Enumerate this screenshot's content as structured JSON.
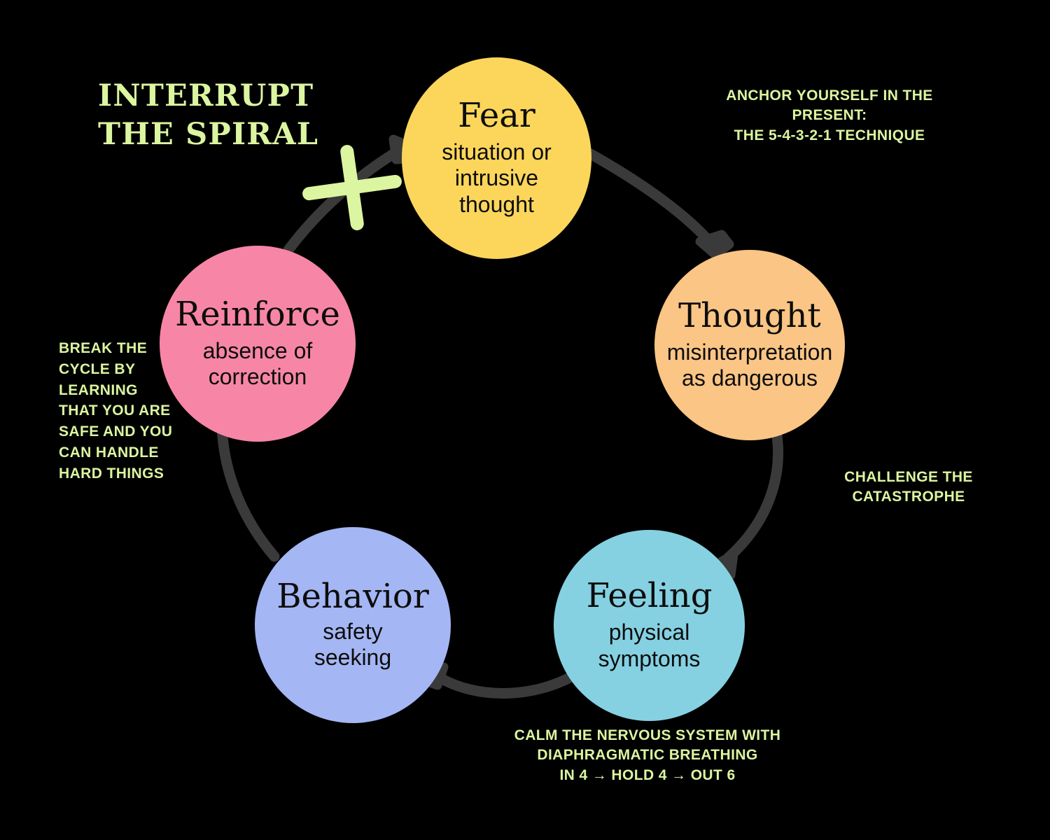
{
  "title": "INTERRUPT\nTHE SPIRAL",
  "colors": {
    "background": "#000000",
    "accent_green": "#DCF5A0",
    "arrow": "#3A3A3A",
    "fear": "#FBD65B",
    "thought": "#FAC585",
    "feeling": "#85D1E2",
    "behavior": "#A4B6F3",
    "reinforce": "#F786A6",
    "node_text": "#0D0D0D"
  },
  "nodes": [
    {
      "id": "fear",
      "title": "Fear",
      "subtitle": "situation or\nintrusive\nthought"
    },
    {
      "id": "thought",
      "title": "Thought",
      "subtitle": "misinterpretation\nas dangerous"
    },
    {
      "id": "feeling",
      "title": "Feeling",
      "subtitle": "physical\nsymptoms"
    },
    {
      "id": "behavior",
      "title": "Behavior",
      "subtitle": "safety\nseeking"
    },
    {
      "id": "reinforce",
      "title": "Reinforce",
      "subtitle": "absence of\ncorrection"
    }
  ],
  "annotations": {
    "present": "ANCHOR YOURSELF IN THE PRESENT:\nTHE 5-4-3-2-1 TECHNIQUE",
    "challenge": "CHALLENGE THE\nCATASTROPHE",
    "calm": "CALM THE NERVOUS SYSTEM WITH\nDIAPHRAGMATIC BREATHING\nIN 4 → HOLD 4 → OUT 6",
    "break": "BREAK THE\nCYCLE BY\nLEARNING\nTHAT YOU ARE\nSAFE AND YOU\nCAN HANDLE\nHARD THINGS"
  },
  "chart_data": {
    "type": "diagram",
    "subtype": "cycle-flow",
    "title": "INTERRUPT THE SPIRAL",
    "node_order": [
      "Fear",
      "Thought",
      "Feeling",
      "Behavior",
      "Reinforce"
    ],
    "nodes": [
      {
        "label": "Fear",
        "detail": "situation or intrusive thought",
        "color": "#FBD65B",
        "center": [
          710,
          226
        ],
        "radius": 140
      },
      {
        "label": "Thought",
        "detail": "misinterpretation as dangerous",
        "color": "#FAC585",
        "center": [
          1071,
          493
        ],
        "radius": 136
      },
      {
        "label": "Feeling",
        "detail": "physical symptoms",
        "color": "#85D1E2",
        "center": [
          928,
          894
        ],
        "radius": 137
      },
      {
        "label": "Behavior",
        "detail": "safety seeking",
        "color": "#A4B6F3",
        "center": [
          504,
          893
        ],
        "radius": 140
      },
      {
        "label": "Reinforce",
        "detail": "absence of correction",
        "color": "#F786A6",
        "center": [
          368,
          491
        ],
        "radius": 140
      }
    ],
    "edges": [
      {
        "from": "Fear",
        "to": "Thought",
        "annotation": "ANCHOR YOURSELF IN THE PRESENT: THE 5-4-3-2-1 TECHNIQUE",
        "interrupted": false
      },
      {
        "from": "Thought",
        "to": "Feeling",
        "annotation": "CHALLENGE THE CATASTROPHE",
        "interrupted": false
      },
      {
        "from": "Feeling",
        "to": "Behavior",
        "annotation": "CALM THE NERVOUS SYSTEM WITH DIAPHRAGMATIC BREATHING IN 4 → HOLD 4 → OUT 6",
        "interrupted": false
      },
      {
        "from": "Behavior",
        "to": "Reinforce",
        "annotation": "BREAK THE CYCLE BY LEARNING THAT YOU ARE SAFE AND YOU CAN HANDLE HARD THINGS",
        "interrupted": false
      },
      {
        "from": "Reinforce",
        "to": "Fear",
        "annotation": "",
        "interrupted": true,
        "interrupt_marker": "green-x"
      }
    ],
    "legend": [],
    "grid": false
  }
}
